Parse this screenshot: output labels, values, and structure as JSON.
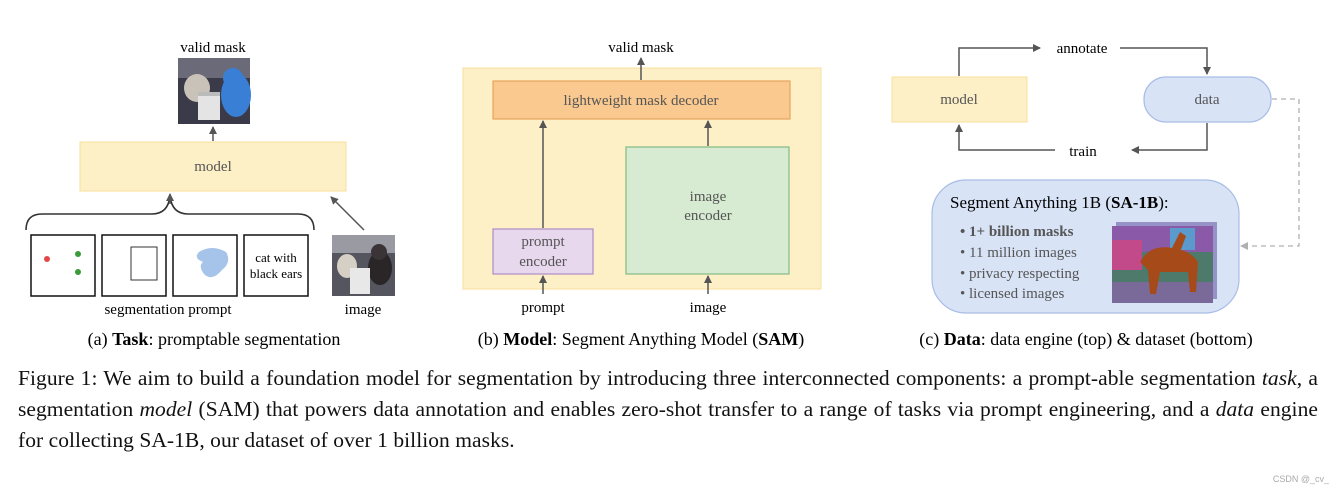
{
  "panel_a": {
    "valid_mask": "valid mask",
    "model": "model",
    "prompt_text_line1": "cat with",
    "prompt_text_line2": "black ears",
    "segmentation_prompt": "segmentation prompt",
    "image": "image",
    "caption_prefix": "(a) ",
    "caption_bold": "Task",
    "caption_rest": ": promptable segmentation"
  },
  "panel_b": {
    "valid_mask": "valid mask",
    "decoder": "lightweight mask decoder",
    "image_encoder_line1": "image",
    "image_encoder_line2": "encoder",
    "prompt_encoder_line1": "prompt",
    "prompt_encoder_line2": "encoder",
    "prompt": "prompt",
    "image": "image",
    "caption_prefix": "(b) ",
    "caption_bold": "Model",
    "caption_mid": ": Segment Anything Model (",
    "caption_bold2": "SAM",
    "caption_end": ")"
  },
  "panel_c": {
    "annotate": "annotate",
    "model": "model",
    "data": "data",
    "train": "train",
    "dataset_title_prefix": "Segment Anything 1B (",
    "dataset_title_bold": "SA-1B",
    "dataset_title_suffix": "):",
    "bullet1": "1+ billion masks",
    "bullet2": "11 million images",
    "bullet3": "privacy respecting",
    "bullet4": "licensed images",
    "caption_prefix": "(c) ",
    "caption_bold": "Data",
    "caption_rest": ": data engine (top) & dataset (bottom)"
  },
  "figure_caption": {
    "part1": "Figure 1: We aim to build a foundation model for segmentation by introducing three interconnected components: a prompt-able segmentation ",
    "task": "task",
    "part2": ", a segmentation ",
    "model": "model",
    "part3": " (SAM) that powers data annotation and enables zero-shot transfer to a range of tasks via prompt engineering, and a ",
    "data": "data",
    "part4": " engine for collecting SA-1B, our dataset of over 1 billion masks."
  },
  "watermark": "CSDN @_cv_",
  "colors": {
    "model_box": "#fdf0c6",
    "model_box_border": "#f9df9b",
    "decoder_box": "#f9c98f",
    "decoder_border": "#e9a35c",
    "image_encoder": "#d6ebd2",
    "image_encoder_border": "#82bb83",
    "prompt_encoder": "#e8d8ee",
    "prompt_encoder_border": "#b08bc6",
    "data_pill": "#d8e3f6",
    "data_pill_border": "#a8bde6",
    "dataset_box": "#d8e3f6",
    "arrow": "#555555"
  }
}
